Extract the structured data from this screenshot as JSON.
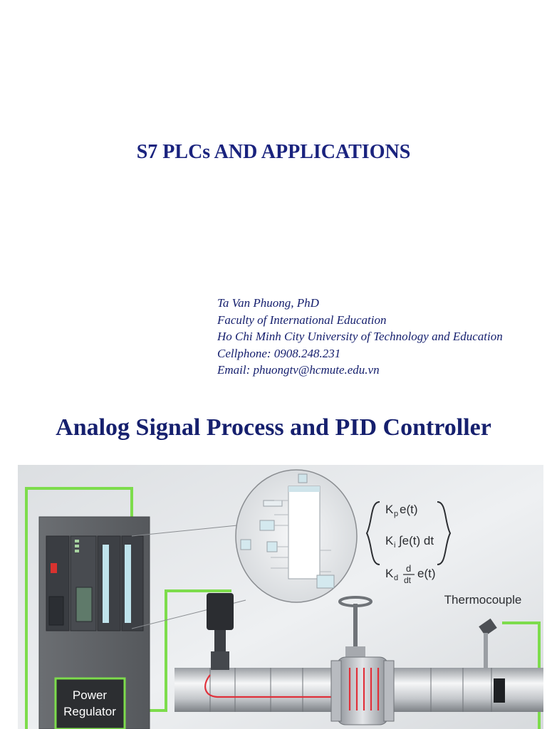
{
  "slide": {
    "title": "S7 PLCs AND APPLICATIONS",
    "author": {
      "name": "Ta Van Phuong, PhD",
      "faculty": "Faculty of International Education",
      "university": "Ho Chi Minh City University of Technology and Education",
      "cellphone": "Cellphone: 0908.248.231",
      "email": "Email: phuongtv@hcmute.edu.vn"
    }
  },
  "section": {
    "title": "Analog Signal Process and PID Controller"
  },
  "diagram": {
    "thermocouple_label": "Thermocouple",
    "power_regulator_line1": "Power",
    "power_regulator_line2": "Regulator",
    "pid_terms": {
      "p_coef": "K",
      "p_sub": "p",
      "p_rest": "e(t)",
      "i_coef": "K",
      "i_sub": "i",
      "i_rest": "∫e(t) dt",
      "d_coef": "K",
      "d_sub": "d",
      "d_num": "d",
      "d_den": "dt",
      "d_rest": "e(t)"
    },
    "colors": {
      "wire": "#7ddc4c",
      "title_blue": "#1a237e",
      "heater_red": "#e0303a"
    }
  }
}
